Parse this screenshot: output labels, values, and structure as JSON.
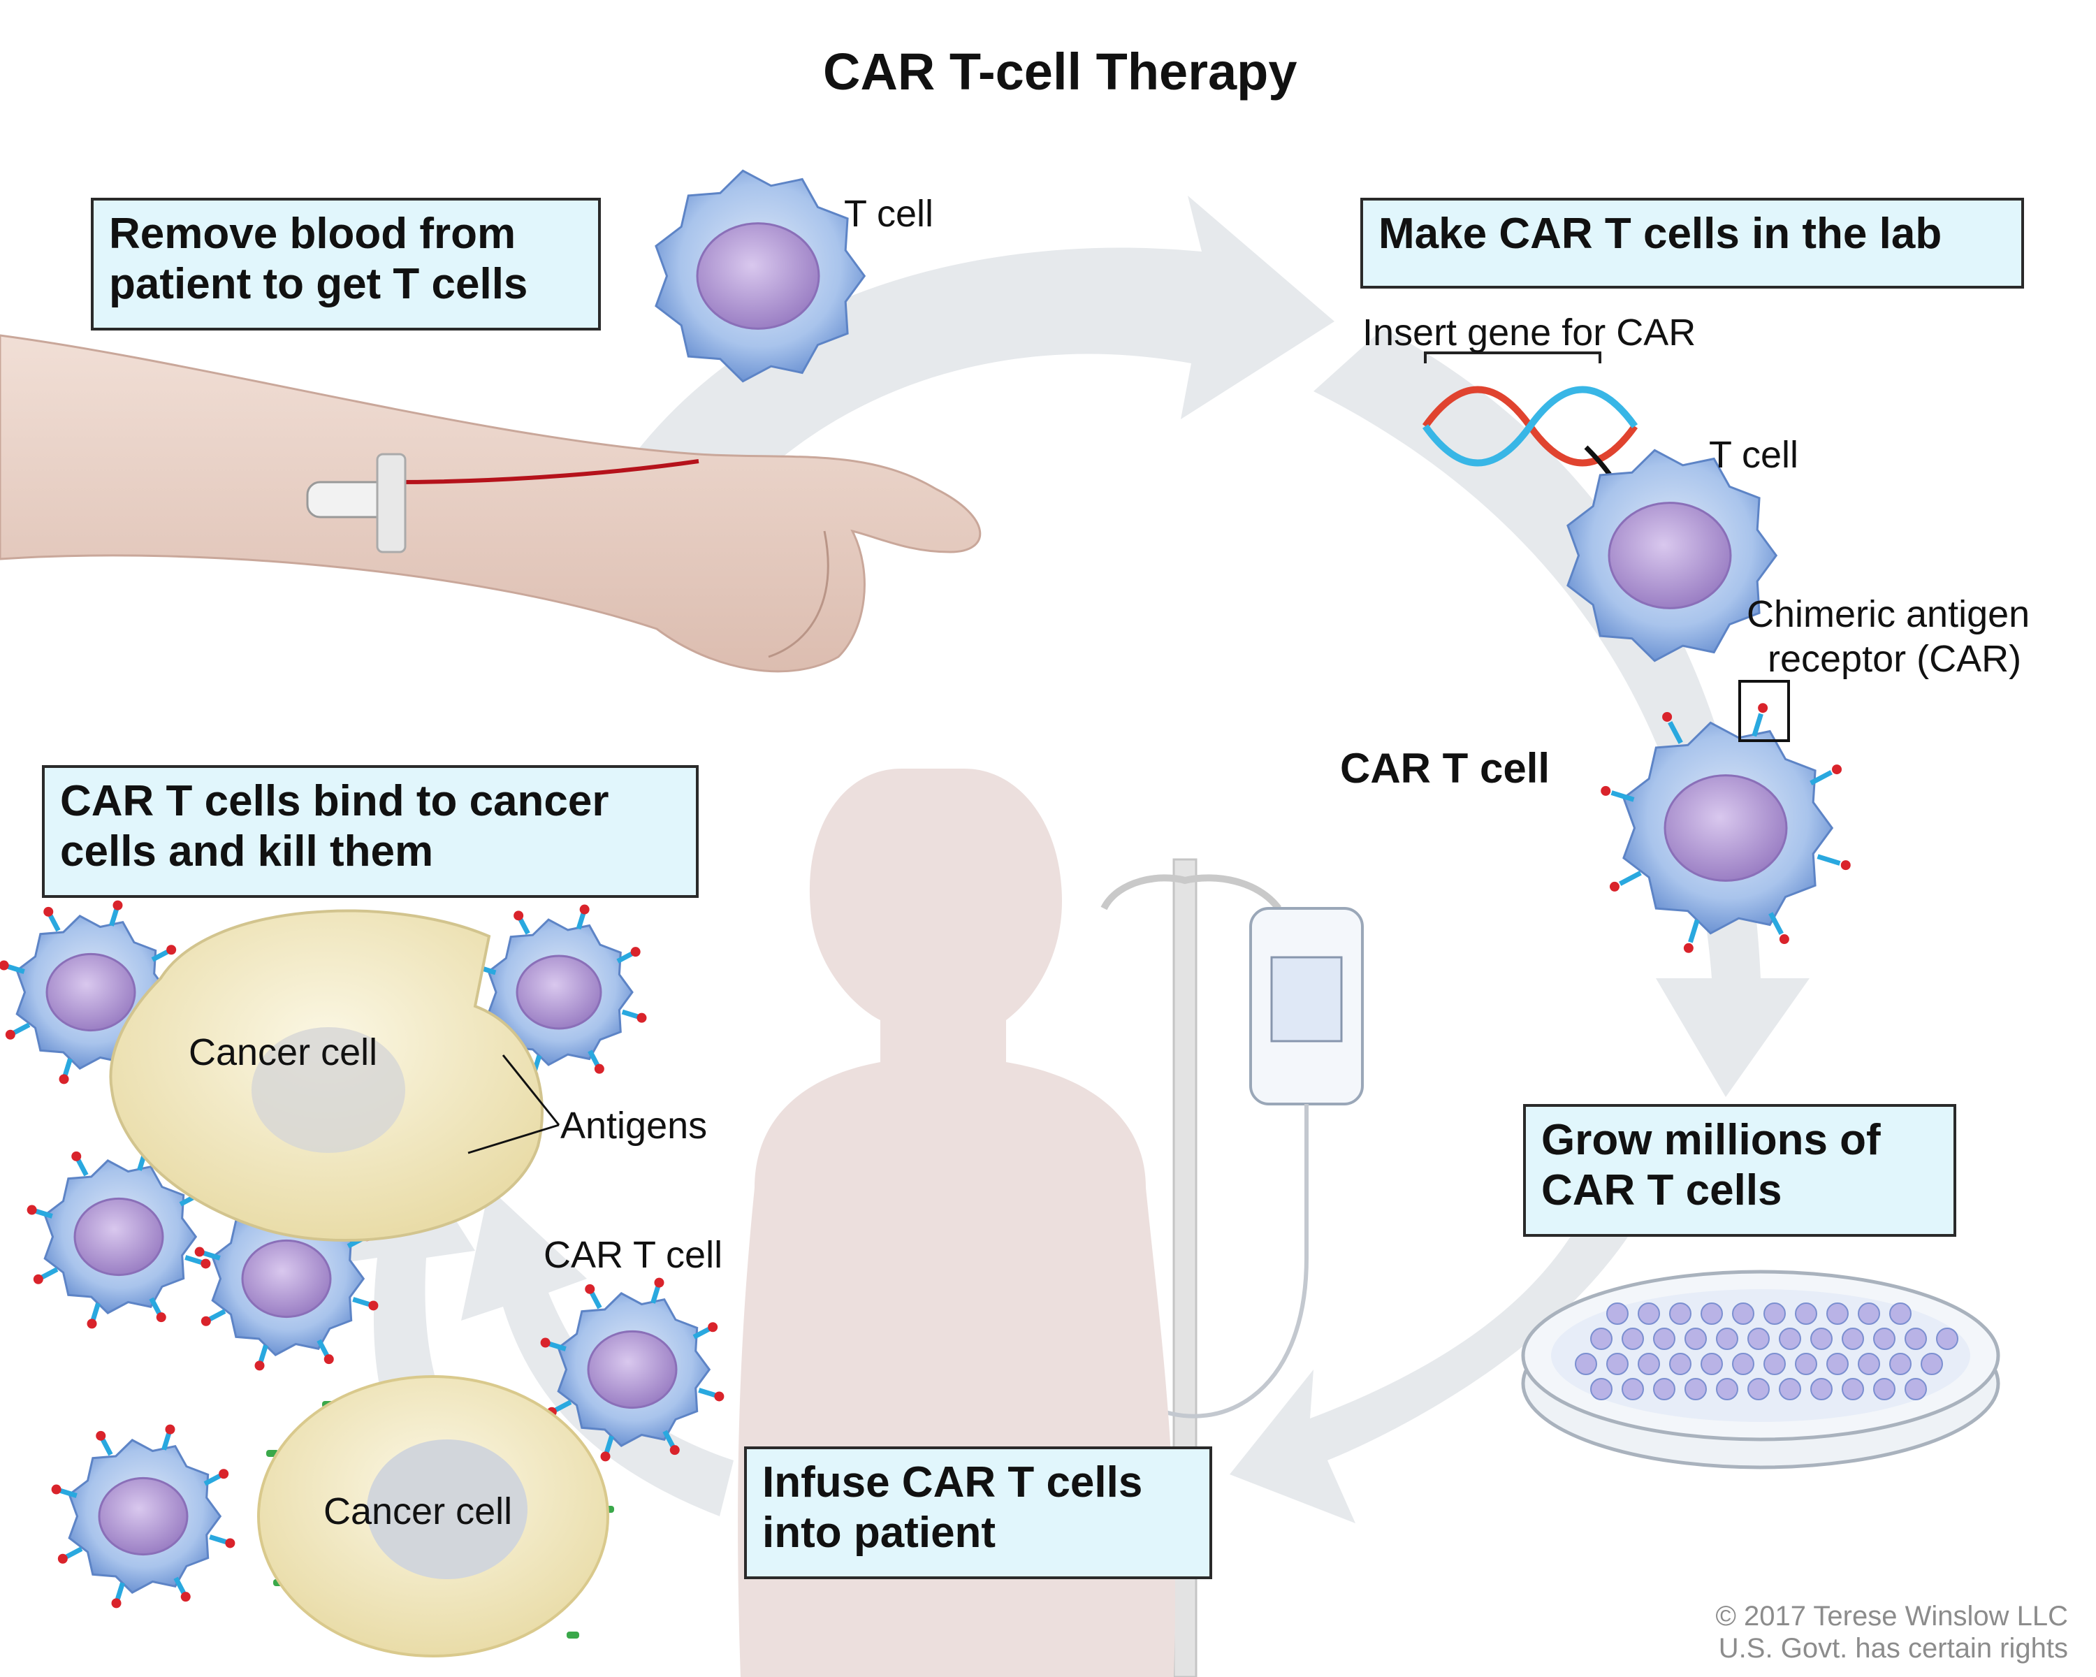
{
  "title": "CAR T-cell Therapy",
  "steps": {
    "remove_blood": "Remove blood from\npatient to get T cells",
    "make_car": "Make CAR T cells in the lab",
    "grow": "Grow millions of\nCAR T cells",
    "infuse": "Infuse CAR T cells\ninto patient",
    "bind": "CAR T cells bind to cancer\ncells and kill them"
  },
  "labels": {
    "t_cell_top": "T cell",
    "insert_gene": "Insert gene for CAR",
    "t_cell_lab": "T cell",
    "car_line1": "Chimeric antigen",
    "car_line2": "receptor (CAR)",
    "car_t_cell_bold": "CAR T cell",
    "car_t_cell_small": "CAR T cell",
    "cancer_cell_1": "Cancer cell",
    "cancer_cell_2": "Cancer cell",
    "antigens": "Antigens"
  },
  "credit": "© 2017 Terese Winslow LLC\nU.S. Govt. has certain rights",
  "colors": {
    "box_fill": "#e1f6fc",
    "cell_body": "#a9c4ec",
    "nucleus": "#b8a0d6",
    "receptor_red": "#d9232b",
    "receptor_blue": "#29a8df",
    "antigen_green": "#3aa84a",
    "flow_arrow": "#e6e9ec",
    "cancer_cell": "#f4edc9"
  }
}
